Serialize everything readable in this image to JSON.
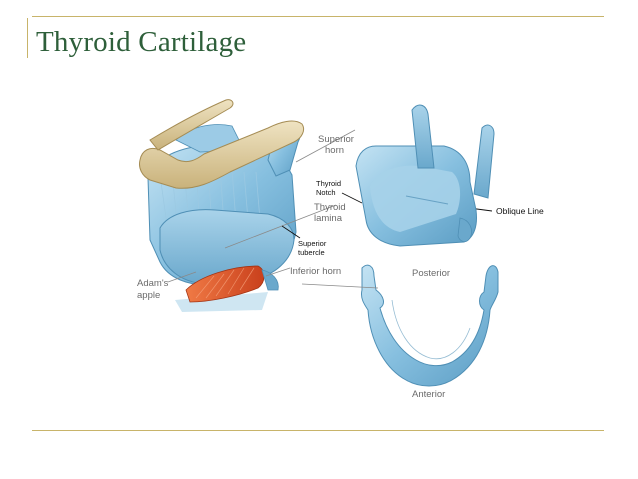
{
  "slide": {
    "title": "Thyroid Cartilage"
  },
  "figure": {
    "labels": {
      "superior_horn_1": "Superior",
      "superior_horn_2": "horn",
      "thyroid_notch_1": "Thyroid",
      "thyroid_notch_2": "Notch",
      "thyroid_lamina_1": "Thyroid",
      "thyroid_lamina_2": "lamina",
      "superior_tubercle_1": "Superior",
      "superior_tubercle_2": "tubercle",
      "inferior_horn": "Inferior horn",
      "adams_apple_1": "Adam's",
      "adams_apple_2": "apple",
      "oblique_line": "Oblique Line",
      "posterior": "Posterior",
      "anterior": "Anterior"
    },
    "colors": {
      "cartilage": "#7fb8d9",
      "cartilage_light": "#b7dcef",
      "cartilage_dark": "#4f8fb5",
      "hyoid_bone": "#d9c79a",
      "muscle": "#e0562a",
      "title": "#2e5f3a",
      "rule": "#c8b46a"
    }
  }
}
